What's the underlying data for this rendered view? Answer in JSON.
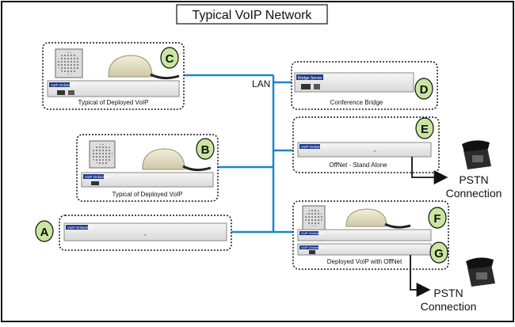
{
  "title": "Typical VoIP Network",
  "lan_label": "LAN",
  "pstn_label_line1": "PSTN",
  "pstn_label_line2": "Connection",
  "device_brand": "VoIP OnlineWire",
  "device_brand_bridge": "Bridge Server",
  "groups": [
    {
      "letter": "C",
      "caption": "Typical of Deployed VoIP"
    },
    {
      "letter": "B",
      "caption": "Typical of Deployed VoIP"
    },
    {
      "letter": "A",
      "caption": ""
    },
    {
      "letter": "D",
      "caption": "Conference Bridge"
    },
    {
      "letter": "E",
      "caption": "OffNet - Stand Alone"
    },
    {
      "letter": "F",
      "caption": ""
    },
    {
      "letter": "G",
      "caption": "Deployed VoIP with OffNet"
    }
  ],
  "colors": {
    "network_line": "#1a88c9",
    "badge_fill": "#c8e6a0",
    "border": "#1a1a1a",
    "unit_fill": "#eaeaea"
  },
  "icons": [
    "speaker-icon",
    "handset-icon",
    "desk-phone-icon",
    "arrow-icon"
  ]
}
